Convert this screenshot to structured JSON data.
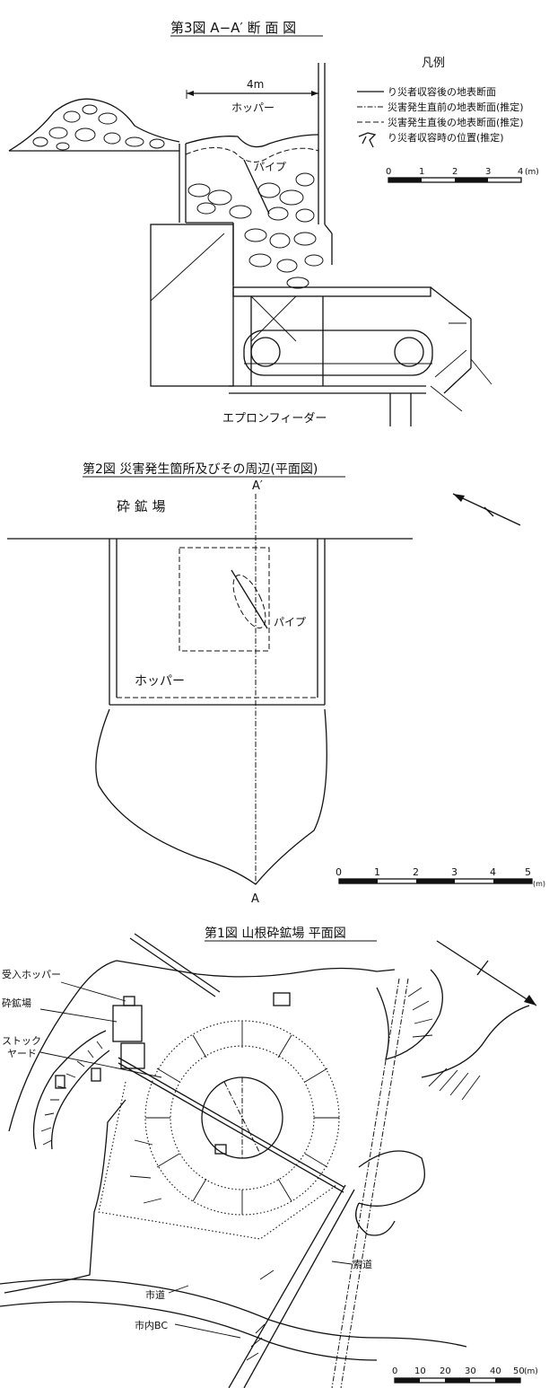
{
  "fig3": {
    "title": "第3図 A−A′ 断 面 図",
    "dimension_label": "4m",
    "hopper_label": "ホッパー",
    "pipe_label": "パイプ",
    "feeder_label": "エプロンフィーダー",
    "legend": {
      "title": "凡例",
      "items": [
        {
          "style": "solid",
          "label": "り災者収容後の地表断面"
        },
        {
          "style": "dash-dot",
          "label": "災害発生直前の地表断面(推定)"
        },
        {
          "style": "dash",
          "label": "災害発生直後の地表断面(推定)"
        },
        {
          "style": "figure",
          "label": "り災者収容時の位置(推定)"
        }
      ]
    },
    "scale": {
      "ticks": [
        "0",
        "1",
        "2",
        "3",
        "4"
      ],
      "unit": "(m)"
    }
  },
  "fig2": {
    "title": "第2図 災害発生箇所及びその周辺(平面図)",
    "crusher_label": "砕 鉱 場",
    "pipe_label": "パイプ",
    "hopper_label": "ホッパー",
    "section_top": "A′",
    "section_bottom": "A",
    "scale": {
      "ticks": [
        "0",
        "1",
        "2",
        "3",
        "4",
        "5"
      ],
      "unit": "(m)"
    }
  },
  "fig1": {
    "title": "第1図 山根砕鉱場 平面図",
    "labels": {
      "receiving_hopper": "受入ホッパー",
      "crusher": "砕鉱場",
      "stockyard_1": "ストック",
      "stockyard_2": "ヤード",
      "city_road": "市道",
      "city_bc": "市内BC",
      "ropeway": "索道"
    },
    "scale": {
      "ticks": [
        "0",
        "10",
        "20",
        "30",
        "40",
        "50"
      ],
      "unit": "(m)"
    }
  }
}
